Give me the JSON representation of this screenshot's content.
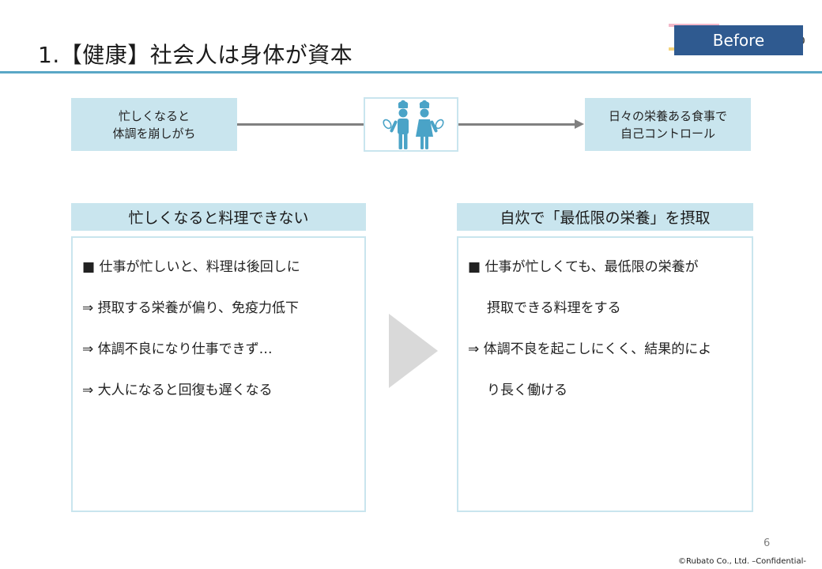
{
  "header": {
    "title": "1.【健康】社会人は身体が資本",
    "badge": "Before",
    "logo_fragment": "o"
  },
  "flow": {
    "left_lines": [
      "忙しくなると",
      "体調を崩しがち"
    ],
    "icon": "chefs-icon",
    "right_lines": [
      "日々の栄養ある食事で",
      "自己コントロール"
    ]
  },
  "left_panel": {
    "heading": "忙しくなると料理できない",
    "lines": [
      "■ 仕事が忙しいと、料理は後回しに",
      "⇒ 摂取する栄養が偏り、免疫力低下",
      "⇒ 体調不良になり仕事できず…",
      "⇒ 大人になると回復も遅くなる"
    ]
  },
  "right_panel": {
    "heading": "自炊で「最低限の栄養」を摂取",
    "lines": [
      "■ 仕事が忙しくても、最低限の栄養が",
      "摂取できる料理をする",
      "⇒ 体調不良を起こしにくく、結果的によ",
      "り長く働ける"
    ]
  },
  "footer": {
    "page_number": "6",
    "copyright": "©Rubato Co., Ltd. –Confidential-"
  },
  "colors": {
    "accent_rule": "#5aa7c6",
    "light_box": "#c9e5ee",
    "badge_bg": "#2f5a90",
    "arrow_gray": "#d9d9d9",
    "icon_blue": "#4aa3c7"
  }
}
